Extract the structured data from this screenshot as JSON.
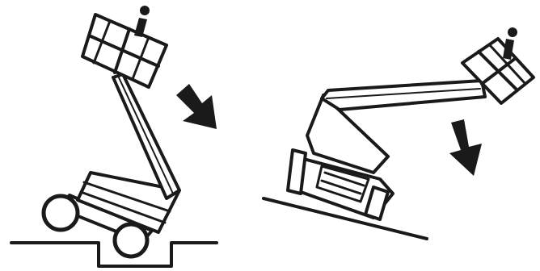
{
  "figure": {
    "panels": [
      {
        "id": "pothole-hazard",
        "depicts": "lift-tip-over-pothole",
        "arrow": "down-right"
      },
      {
        "id": "slope-hazard",
        "depicts": "lift-tip-over-slope",
        "arrow": "down"
      }
    ],
    "colors": {
      "ink": "#1a1a1a",
      "background": "#ffffff"
    },
    "icons": [
      "boom-lift-icon",
      "operator-icon",
      "tip-direction-arrow-icon"
    ]
  }
}
